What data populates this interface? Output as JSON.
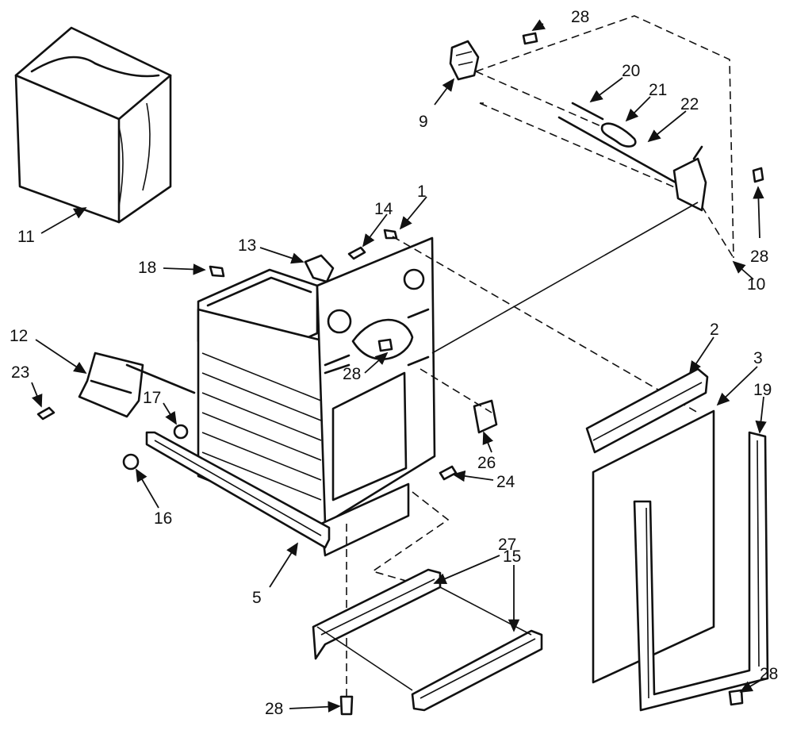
{
  "diagram": {
    "labels": {
      "p1": "1",
      "p2": "2",
      "p3": "3",
      "p5": "5",
      "p9": "9",
      "p10": "10",
      "p11": "11",
      "p12": "12",
      "p13": "13",
      "p14": "14",
      "p15": "15",
      "p16": "16",
      "p17": "17",
      "p18": "18",
      "p19": "19",
      "p20": "20",
      "p21": "21",
      "p22": "22",
      "p23": "23",
      "p24": "24",
      "p26": "26",
      "p27": "27",
      "p28a": "28",
      "p28b": "28",
      "p28c": "28",
      "p28d": "28",
      "p28e": "28"
    }
  }
}
